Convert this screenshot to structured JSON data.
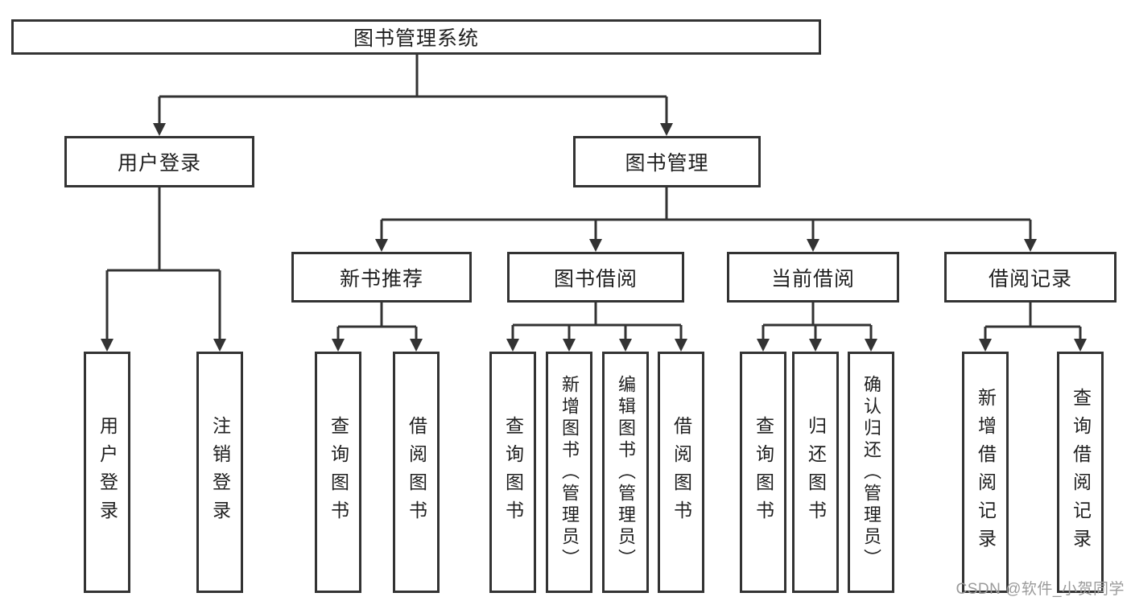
{
  "diagram": {
    "type": "hierarchy-tree",
    "title": "图书管理系统",
    "nodes": {
      "root": {
        "label": "图书管理系统",
        "level": 1
      },
      "user_login": {
        "label": "用户登录",
        "level": 2,
        "parent": "root"
      },
      "book_mgmt": {
        "label": "图书管理",
        "level": 2,
        "parent": "root"
      },
      "new_book_rec": {
        "label": "新书推荐",
        "level": 3,
        "parent": "book_mgmt"
      },
      "book_borrow": {
        "label": "图书借阅",
        "level": 3,
        "parent": "book_mgmt"
      },
      "current_borrow": {
        "label": "当前借阅",
        "level": 3,
        "parent": "book_mgmt"
      },
      "borrow_records": {
        "label": "借阅记录",
        "level": 3,
        "parent": "book_mgmt"
      },
      "leaf_user_login": {
        "label": "用户登录",
        "level": 4,
        "parent": "user_login"
      },
      "leaf_logout": {
        "label": "注销登录",
        "level": 4,
        "parent": "user_login"
      },
      "leaf_nb_query": {
        "label": "查询图书",
        "level": 4,
        "parent": "new_book_rec"
      },
      "leaf_nb_borrow": {
        "label": "借阅图书",
        "level": 4,
        "parent": "new_book_rec"
      },
      "leaf_bb_query": {
        "label": "查询图书",
        "level": 4,
        "parent": "book_borrow"
      },
      "leaf_bb_add": {
        "label": "新增图书（管理员）",
        "level": 4,
        "parent": "book_borrow"
      },
      "leaf_bb_edit": {
        "label": "编辑图书（管理员）",
        "level": 4,
        "parent": "book_borrow"
      },
      "leaf_bb_borrow": {
        "label": "借阅图书",
        "level": 4,
        "parent": "book_borrow"
      },
      "leaf_cb_query": {
        "label": "查询图书",
        "level": 4,
        "parent": "current_borrow"
      },
      "leaf_cb_return": {
        "label": "归还图书",
        "level": 4,
        "parent": "current_borrow"
      },
      "leaf_cb_confirm": {
        "label": "确认归还（管理员）",
        "level": 4,
        "parent": "current_borrow"
      },
      "leaf_br_add": {
        "label": "新增借阅记录",
        "level": 4,
        "parent": "borrow_records"
      },
      "leaf_br_query": {
        "label": "查询借阅记录",
        "level": 4,
        "parent": "borrow_records"
      }
    },
    "colors": {
      "background": "#ffffff",
      "box_border": "#333333",
      "line": "#333333",
      "text": "#1f1f1f",
      "watermark": "#9b9b9b"
    },
    "watermark": "CSDN @软件_小贺同学"
  }
}
